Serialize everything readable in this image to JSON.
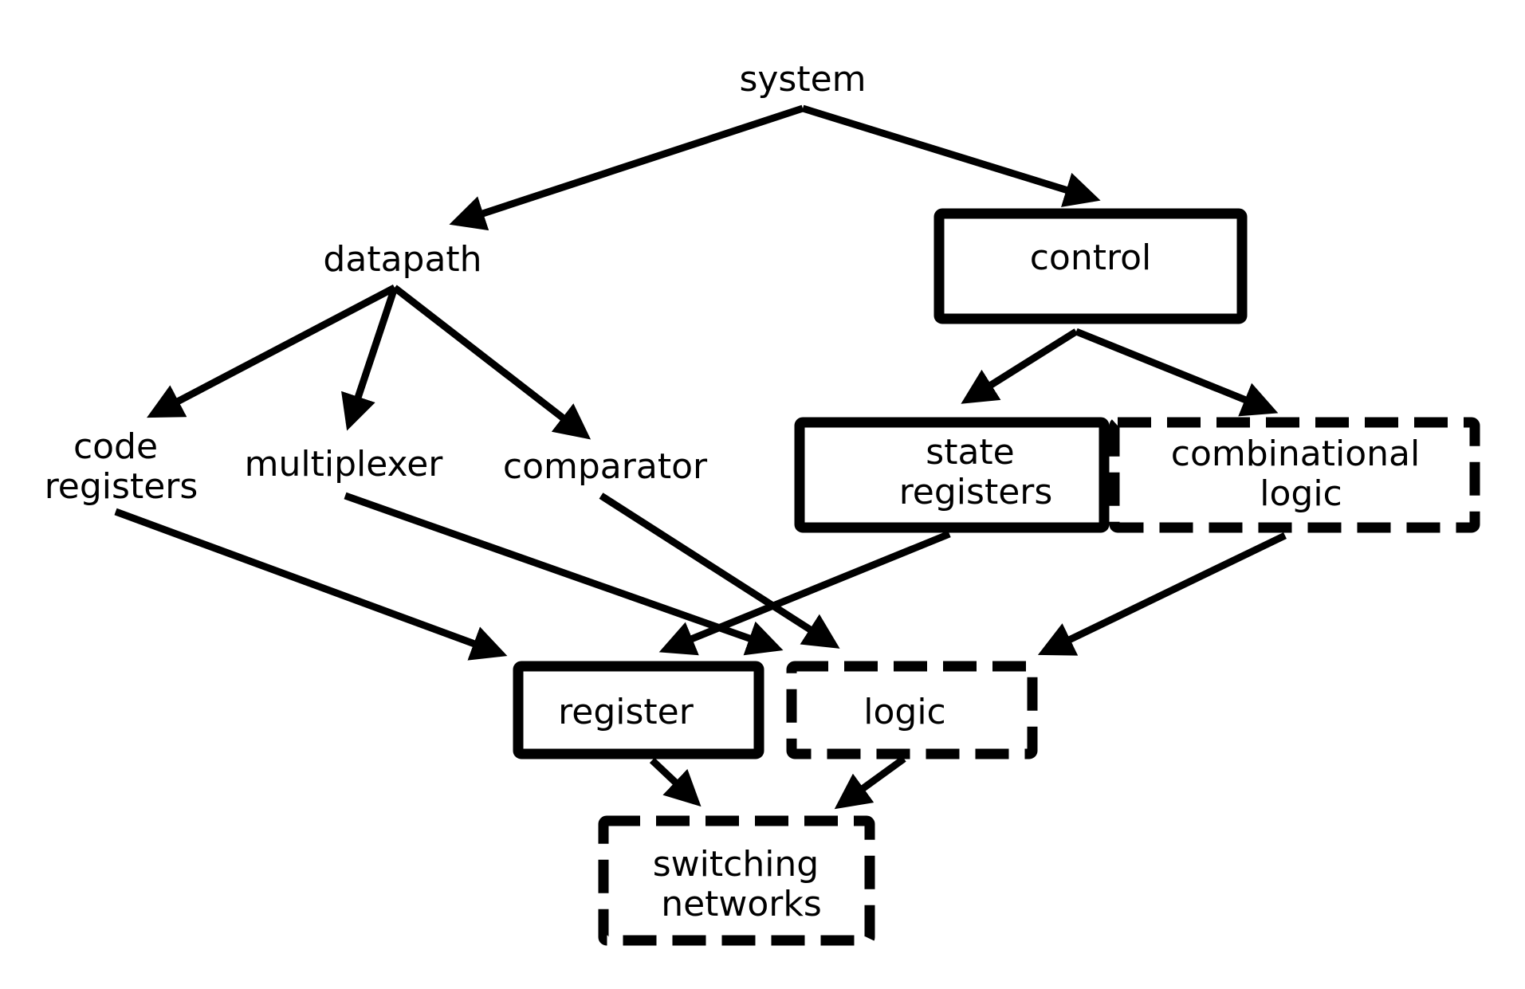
{
  "diagram": {
    "nodes": {
      "system": {
        "lines": [
          "system"
        ],
        "box": "none"
      },
      "datapath": {
        "lines": [
          "datapath"
        ],
        "box": "none"
      },
      "control": {
        "lines": [
          "control"
        ],
        "box": "solid"
      },
      "code_registers": {
        "lines": [
          "code",
          "registers"
        ],
        "box": "none"
      },
      "multiplexer": {
        "lines": [
          "multiplexer"
        ],
        "box": "none"
      },
      "comparator": {
        "lines": [
          "comparator"
        ],
        "box": "none"
      },
      "state_registers": {
        "lines": [
          "state",
          "registers"
        ],
        "box": "solid"
      },
      "combinational_logic": {
        "lines": [
          "combinational",
          "logic"
        ],
        "box": "dashed"
      },
      "register": {
        "lines": [
          "register"
        ],
        "box": "solid"
      },
      "logic": {
        "lines": [
          "logic"
        ],
        "box": "dashed"
      },
      "switching_networks": {
        "lines": [
          "switching",
          "networks"
        ],
        "box": "dashed"
      }
    },
    "edges": [
      {
        "from": "system",
        "to": "datapath"
      },
      {
        "from": "system",
        "to": "control"
      },
      {
        "from": "datapath",
        "to": "code_registers"
      },
      {
        "from": "datapath",
        "to": "multiplexer"
      },
      {
        "from": "datapath",
        "to": "comparator"
      },
      {
        "from": "control",
        "to": "state_registers"
      },
      {
        "from": "control",
        "to": "combinational_logic"
      },
      {
        "from": "code_registers",
        "to": "register"
      },
      {
        "from": "multiplexer",
        "to": "logic"
      },
      {
        "from": "comparator",
        "to": "logic"
      },
      {
        "from": "state_registers",
        "to": "register"
      },
      {
        "from": "combinational_logic",
        "to": "logic"
      },
      {
        "from": "register",
        "to": "switching_networks"
      },
      {
        "from": "logic",
        "to": "switching_networks"
      }
    ],
    "colors": {
      "stroke": "#000000",
      "background": "#ffffff"
    }
  }
}
